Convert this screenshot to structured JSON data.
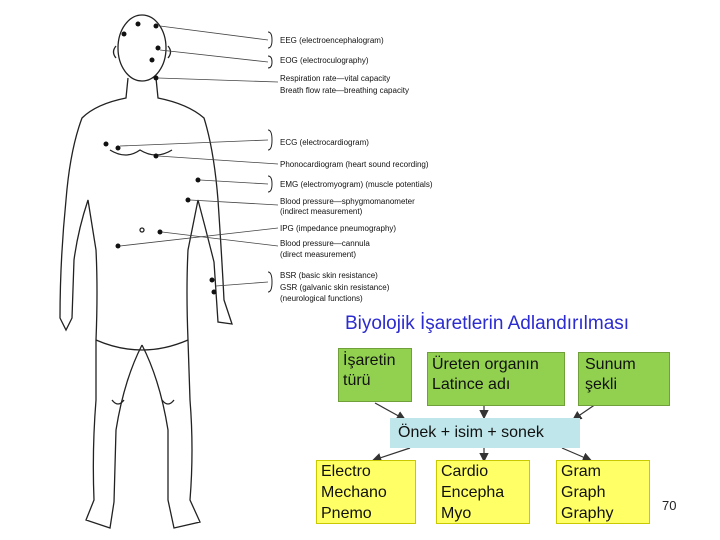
{
  "figure": {
    "labels": [
      "EEG (electroencephalogram)",
      "EOG (electroculography)",
      "Respiration rate—vital capacity",
      "Breath flow rate—breathing capacity",
      "ECG (electrocardiogram)",
      "Phonocardiogram (heart sound recording)",
      "EMG (electromyogram) (muscle potentials)",
      "Blood pressure—sphygmomanometer",
      "(indirect measurement)",
      "IPG (impedance pneumography)",
      "Blood pressure—cannula",
      "(direct measurement)",
      "BSR (basic skin resistance)",
      "GSR (galvanic skin resistance)",
      "(neurological functions)"
    ]
  },
  "title": "Biyolojik İşaretlerin Adlandırılması",
  "categories": {
    "signal_type": [
      "İşaretin",
      "türü"
    ],
    "organ_latin": [
      "Üreten organın",
      "Latince adı"
    ],
    "presentation": [
      "Sunum",
      "şekli"
    ]
  },
  "formula": "Önek + isim + sonek",
  "prefixes": [
    "Electro",
    "Mechano",
    "Pnemo"
  ],
  "roots": [
    "Cardio",
    "Encepha",
    "Myo"
  ],
  "suffixes": [
    "Gram",
    "Graph",
    "Graphy"
  ],
  "page_number": "70",
  "colors": {
    "title": "#2b2bd0",
    "green_box": "#92d050",
    "yellow_box": "#ffff66",
    "cyan_box": "#bfe6ea"
  }
}
